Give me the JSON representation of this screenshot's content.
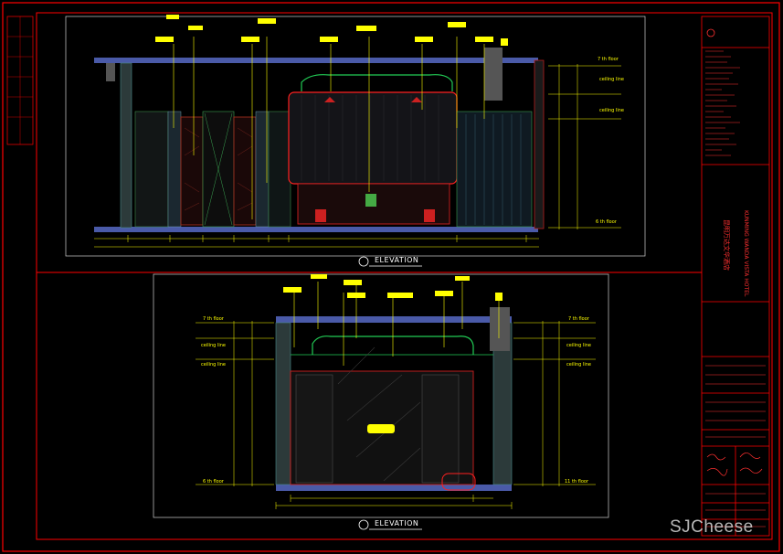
{
  "titles": {
    "upper_elevation": "ELEVATION",
    "lower_elevation": "ELEVATION"
  },
  "levels_upper": {
    "top_floor": "7 th floor",
    "ceiling_1": "ceiling line",
    "ceiling_2": "ceiling line",
    "bottom_floor": "6 th floor"
  },
  "levels_lower": {
    "top_floor_left": "7 th floor",
    "top_floor_right": "7 th floor",
    "ceiling_left_1": "ceiling line",
    "ceiling_left_2": "ceiling line",
    "ceiling_right_1": "ceiling line",
    "ceiling_right_2": "ceiling line",
    "bottom_floor_left": "6 th floor",
    "bottom_floor_right": "11 th floor"
  },
  "title_block": {
    "project_cn": "昆明万达文华酒店",
    "project_en": "KUNMING WANDA VISTA HOTEL"
  },
  "watermark": "SJCheese",
  "colors": {
    "frame": "#ff0000",
    "annotation": "#ffff00",
    "wall": "#4a5aa8",
    "ceiling_cove": "#22cc55",
    "background": "#000000"
  }
}
